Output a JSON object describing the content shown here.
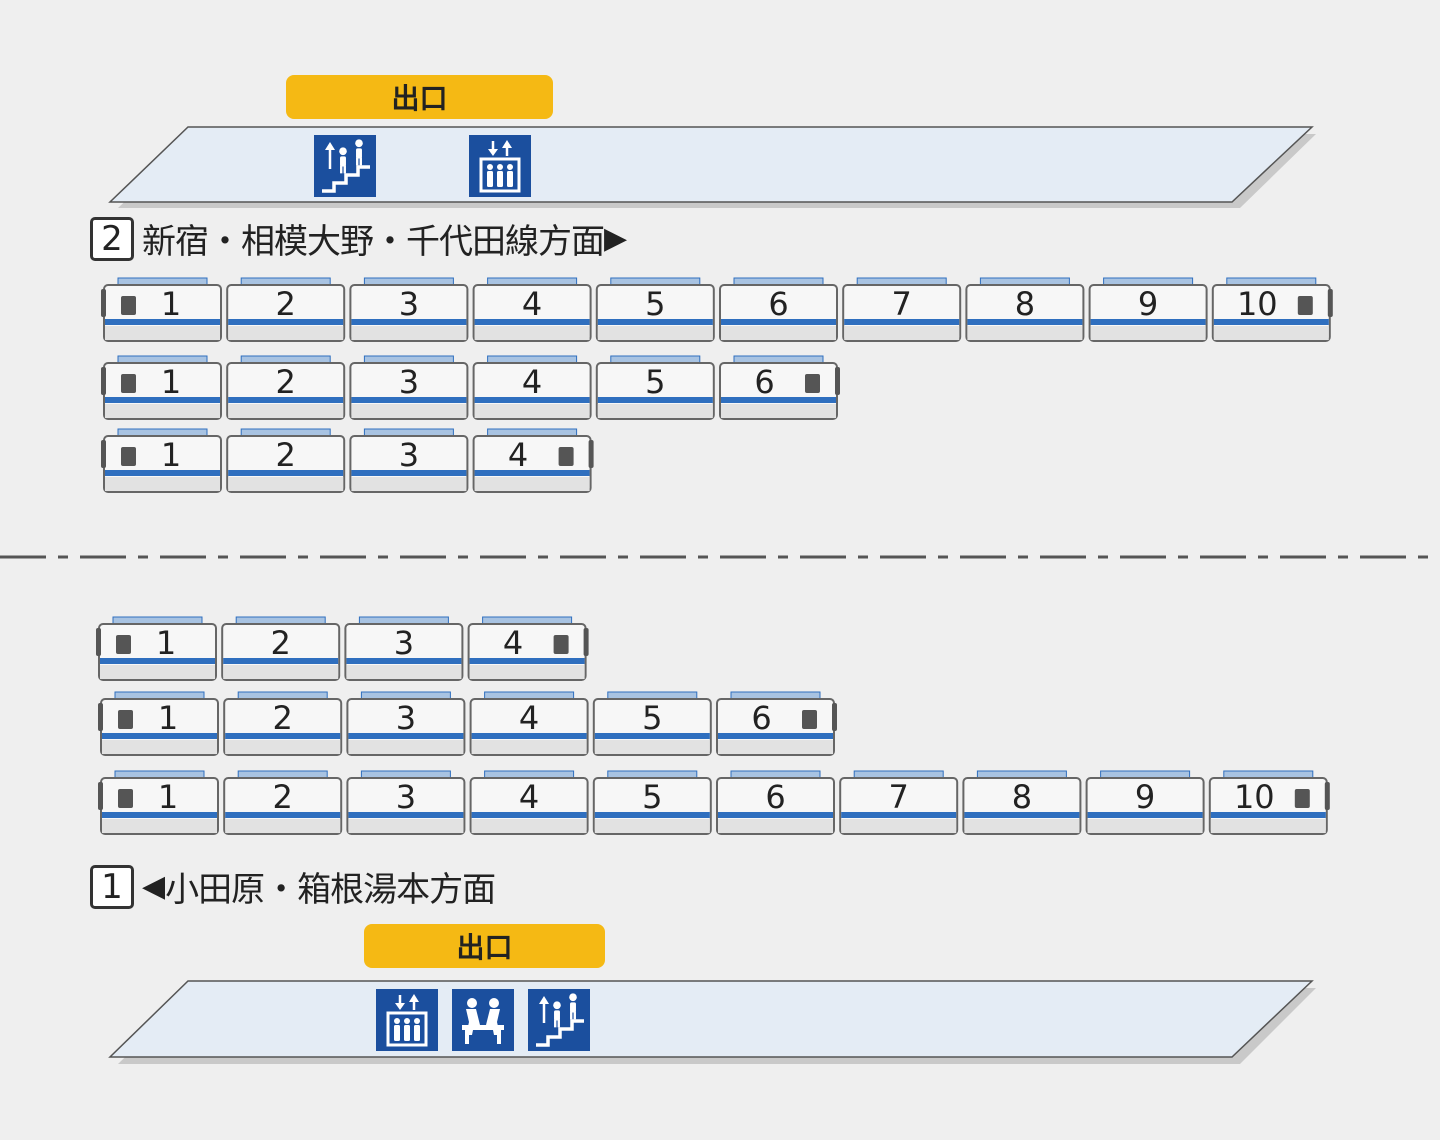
{
  "track2": {
    "exit_label": "出口",
    "track_number": "2",
    "direction_text": "新宿・相模大野・千代田線方面",
    "arrow": "▶",
    "facility_icons": [
      "stairs-up-icon",
      "elevator-icon"
    ],
    "car_formations": [
      [
        "1",
        "2",
        "3",
        "4",
        "5",
        "6",
        "7",
        "8",
        "9",
        "10"
      ],
      [
        "1",
        "2",
        "3",
        "4",
        "5",
        "6"
      ],
      [
        "1",
        "2",
        "3",
        "4"
      ]
    ]
  },
  "track1": {
    "exit_label": "出口",
    "track_number": "1",
    "direction_text": "小田原・箱根湯本方面",
    "arrow": "◀",
    "facility_icons": [
      "elevator-icon",
      "waiting-bench-icon",
      "stairs-up-icon"
    ],
    "car_formations": [
      [
        "1",
        "2",
        "3",
        "4"
      ],
      [
        "1",
        "2",
        "3",
        "4",
        "5",
        "6"
      ],
      [
        "1",
        "2",
        "3",
        "4",
        "5",
        "6",
        "7",
        "8",
        "9",
        "10"
      ]
    ]
  },
  "colors": {
    "background": "#efefef",
    "platform_fill": "#e4ecf5",
    "platform_edge": "#555555",
    "exit_pill": "#f5b914",
    "icon_blue": "#1b4f9e",
    "car_fill": "#f7f7f7",
    "car_stripe": "#2f6fbf",
    "car_roof": "#a8c3e2",
    "car_outline": "#666666",
    "cab_window": "#555555"
  }
}
